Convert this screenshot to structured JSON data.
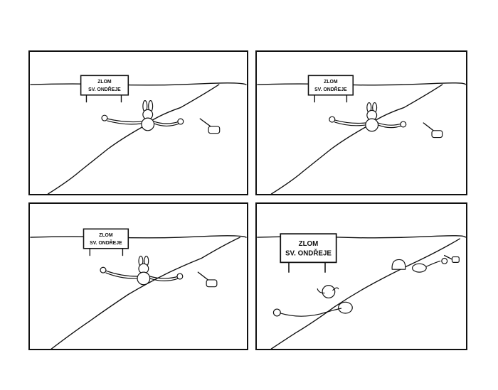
{
  "comic": {
    "panels": [
      {
        "id": "panel-1",
        "sign": {
          "line1": "ZLOM",
          "line2": "SV. ONDŘEJE"
        }
      },
      {
        "id": "panel-2",
        "sign": {
          "line1": "ZLOM",
          "line2": "SV. ONDŘEJE"
        }
      },
      {
        "id": "panel-3",
        "sign": {
          "line1": "ZLOM",
          "line2": "SV. ONDŘEJE"
        }
      },
      {
        "id": "panel-4",
        "sign": {
          "line1": "ZLOM",
          "line2": "SV. ONDŘEJE"
        }
      }
    ]
  }
}
